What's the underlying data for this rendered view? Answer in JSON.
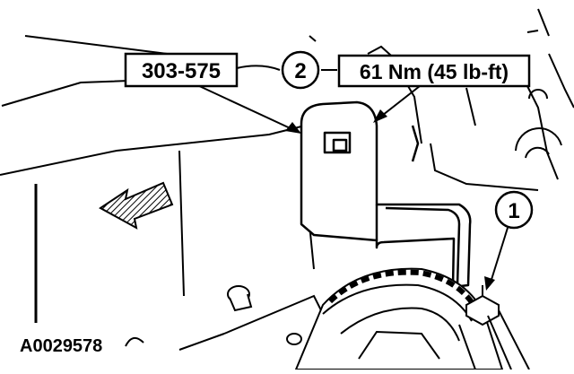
{
  "labels": {
    "tool_number": "303-575",
    "callout_2": "2",
    "torque_spec": "61 Nm (45 lb-ft)",
    "callout_1": "1",
    "figure_id": "A0029578"
  },
  "colors": {
    "ink": "#000000",
    "paper": "#ffffff",
    "arrow_fill": "#3a3a3a"
  }
}
